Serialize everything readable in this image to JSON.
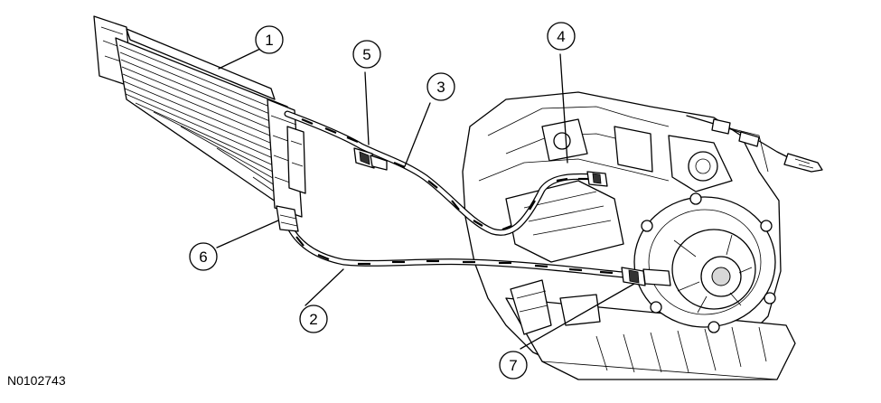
{
  "figure_id": "N0102743",
  "callouts": [
    {
      "label": "1",
      "part": "cooler"
    },
    {
      "label": "2",
      "part": "return-tube"
    },
    {
      "label": "3",
      "part": "supply-tube"
    },
    {
      "label": "4",
      "part": "transmission-case"
    },
    {
      "label": "5",
      "part": "upper-fitting"
    },
    {
      "label": "6",
      "part": "lower-cooler-fitting"
    },
    {
      "label": "7",
      "part": "transmission-fitting"
    }
  ]
}
